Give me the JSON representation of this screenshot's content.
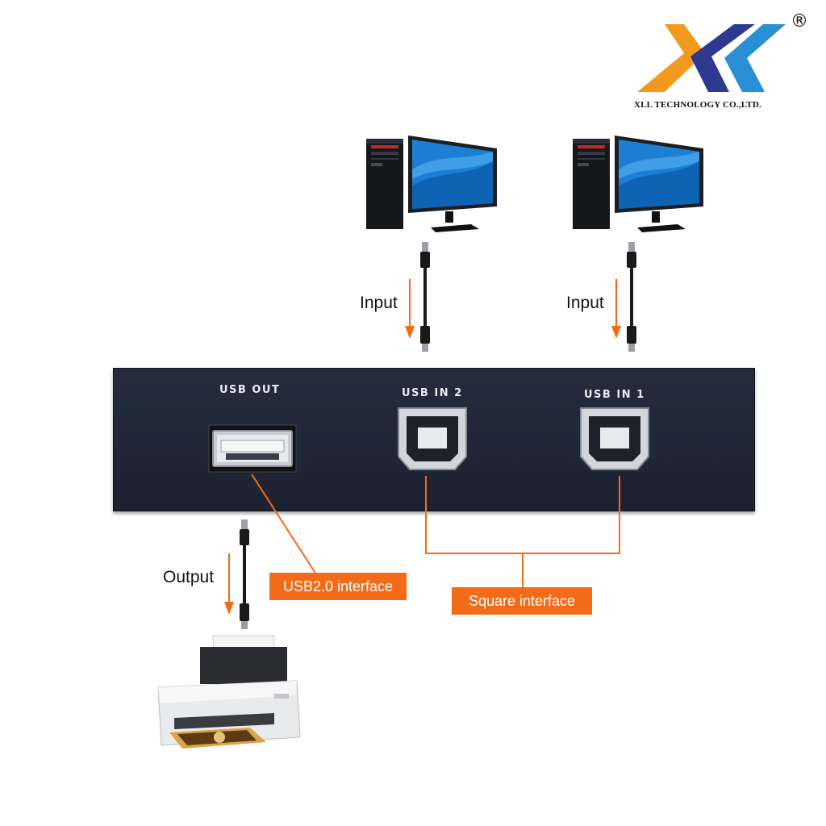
{
  "brand": {
    "name": "XLL TECHNOLOGY CO.,LTD.",
    "registered_mark": "®",
    "colors": {
      "orange": "#f39a1e",
      "navy": "#2e3a8f",
      "blue": "#2b8fd6"
    }
  },
  "device": {
    "ports": {
      "usb_out": "USB OUT",
      "usb_in_2": "USB IN 2",
      "usb_in_1": "USB IN 1"
    }
  },
  "flow": {
    "input_left": "Input",
    "input_right": "Input",
    "output": "Output"
  },
  "callouts": {
    "usb_a": "USB2.0 interface",
    "usb_b": "Square interface"
  },
  "icons": [
    "computer-icon",
    "monitor-icon",
    "usb-cable-icon",
    "printer-icon",
    "arrow-down-icon"
  ],
  "accent_color": "#f36b17"
}
